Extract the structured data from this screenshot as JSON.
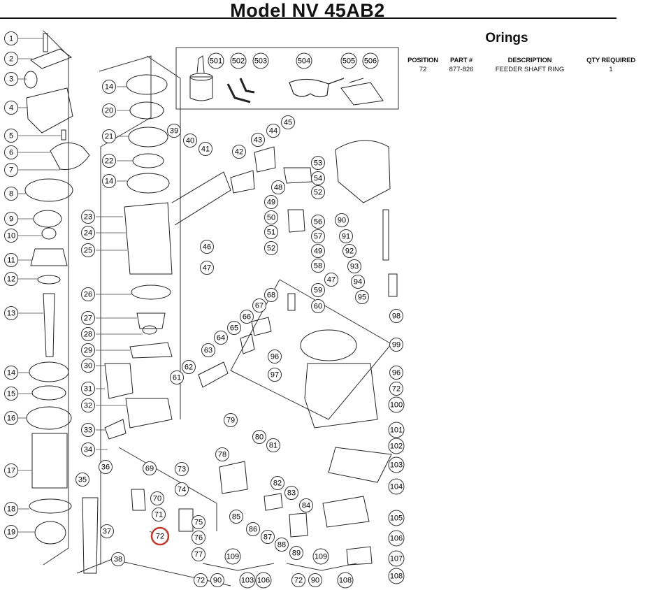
{
  "title": "Model  NV  45AB2",
  "orings": {
    "heading": "Orings",
    "columns": [
      "POSITION",
      "PART #",
      "DESCRIPTION",
      "QTY REQUIRED"
    ],
    "rows": [
      {
        "position": "72",
        "part": "877-826",
        "description": "FEEDER SHAFT RING",
        "qty": "1"
      }
    ]
  },
  "highlight_position": "72",
  "callouts": [
    "1",
    "2",
    "3",
    "4",
    "5",
    "6",
    "7",
    "8",
    "9",
    "10",
    "11",
    "12",
    "13",
    "14",
    "15",
    "16",
    "17",
    "18",
    "19",
    "14",
    "20",
    "21",
    "22",
    "14",
    "23",
    "24",
    "25",
    "26",
    "27",
    "28",
    "29",
    "30",
    "31",
    "32",
    "33",
    "34",
    "35",
    "36",
    "37",
    "38",
    "39",
    "40",
    "41",
    "42",
    "43",
    "44",
    "45",
    "46",
    "47",
    "53",
    "54",
    "52",
    "48",
    "49",
    "50",
    "51",
    "52",
    "56",
    "57",
    "49",
    "58",
    "47",
    "59",
    "60",
    "68",
    "67",
    "66",
    "65",
    "64",
    "63",
    "62",
    "61",
    "69",
    "73",
    "74",
    "70",
    "71",
    "72",
    "75",
    "76",
    "77",
    "501",
    "502",
    "503",
    "504",
    "505",
    "506",
    "90",
    "91",
    "92",
    "93",
    "94",
    "95",
    "98",
    "99",
    "96",
    "97",
    "96",
    "72",
    "100",
    "101",
    "102",
    "103",
    "104",
    "105",
    "106",
    "107",
    "108",
    "79",
    "80",
    "81",
    "78",
    "82",
    "83",
    "84",
    "85",
    "86",
    "87",
    "88",
    "89",
    "109",
    "109",
    "72",
    "90",
    "103",
    "106",
    "72",
    "90",
    "108"
  ],
  "kits": [
    {
      "header": "109",
      "items": [
        "72",
        "90",
        "103",
        "106"
      ]
    },
    {
      "header": "109",
      "items": [
        "72",
        "90",
        "108"
      ]
    }
  ]
}
